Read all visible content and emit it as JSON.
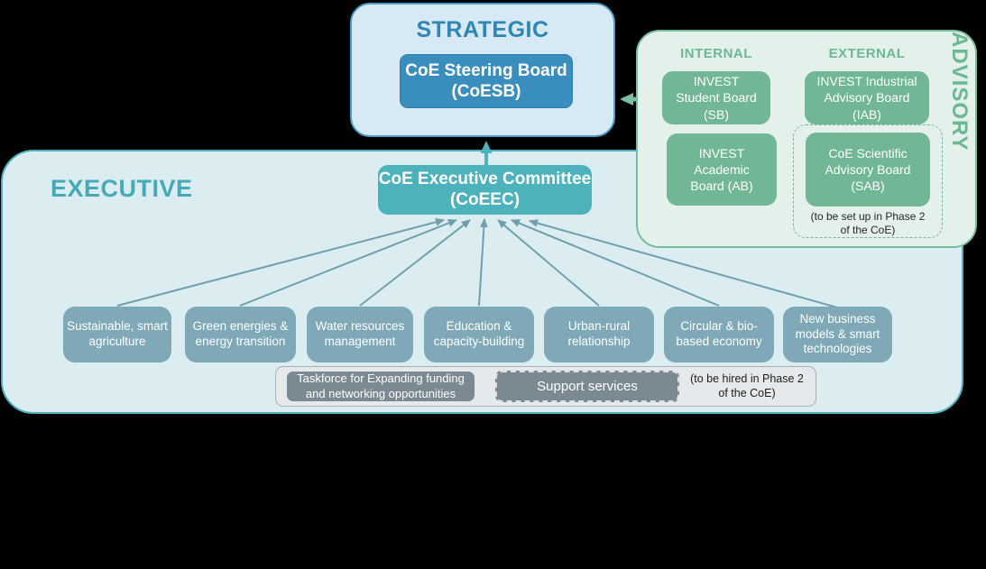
{
  "colors": {
    "background": "#000000",
    "strategic_fill": "#d7e9f4",
    "strategic_border": "#4a9dc4",
    "strategic_title": "#2e86b5",
    "steering_board_fill": "#3a8ebd",
    "executive_fill": "#dcedf2",
    "executive_border": "#4fb0bd",
    "executive_title": "#45aab8",
    "committee_fill": "#4cb2bc",
    "advisory_fill": "#e4f1ea",
    "advisory_border": "#77bb9a",
    "advisory_accent": "#6cb893",
    "advisory_board_fill": "#72b795",
    "working_group_fill": "#7fa9b7",
    "support_bar_fill": "#e6e9eb",
    "support_box_fill": "#7b8a92",
    "connector_arrow": "#6f9fae"
  },
  "strategic": {
    "title": "STRATEGIC",
    "steering_board": "CoE Steering Board\n(CoESB)"
  },
  "advisory": {
    "side_label": "ADVISORY",
    "internal_header": "INTERNAL",
    "external_header": "EXTERNAL",
    "student_board": "INVEST\nStudent Board\n(SB)",
    "academic_board": "INVEST\nAcademic\nBoard (AB)",
    "industrial_board": "INVEST Industrial\nAdvisory Board\n(IAB)",
    "scientific_board": "CoE Scientific\nAdvisory Board\n(SAB)",
    "scientific_note": "(to be set up in Phase 2\nof the CoE)"
  },
  "executive": {
    "title": "EXECUTIVE",
    "committee": "CoE Executive Committee\n(CoEEC)",
    "working_groups": [
      "Sustainable, smart\nagriculture",
      "Green energies &\nenergy transition",
      "Water resources\nmanagement",
      "Education &\ncapacity-building",
      "Urban-rural\nrelationship",
      "Circular & bio-\nbased economy",
      "New business\nmodels & smart\ntechnologies"
    ],
    "taskforce": "Taskforce for Expanding funding\nand networking opportunities",
    "support_services": "Support services",
    "hire_note": "(to be hired in Phase 2\nof the CoE)"
  }
}
